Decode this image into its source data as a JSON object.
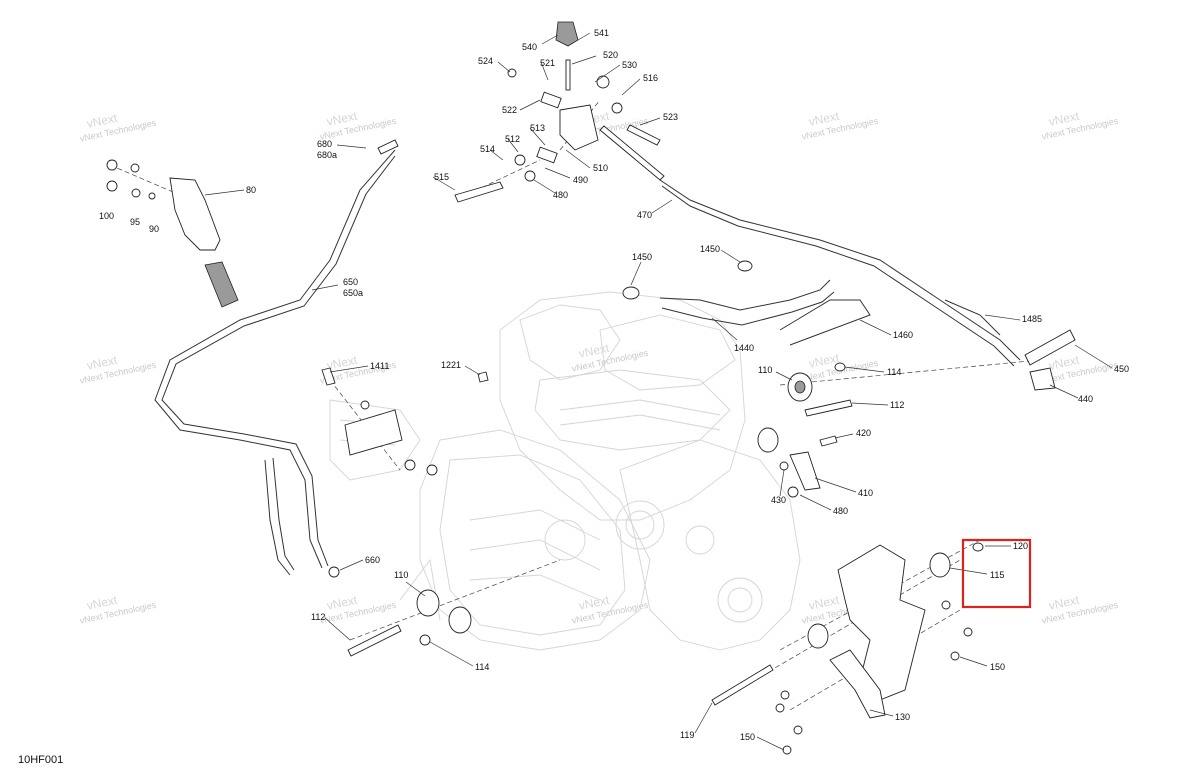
{
  "diagram_code": "10HF001",
  "highlight_color": "#e0201a",
  "watermark_line1": "vNext",
  "watermark_line2": "Technologies",
  "watermark_full": "vNext Technologies",
  "callouts": [
    {
      "id": "c540",
      "text": "540"
    },
    {
      "id": "c541",
      "text": "541"
    },
    {
      "id": "c520",
      "text": "520"
    },
    {
      "id": "c524",
      "text": "524"
    },
    {
      "id": "c521",
      "text": "521"
    },
    {
      "id": "c530",
      "text": "530"
    },
    {
      "id": "c516",
      "text": "516"
    },
    {
      "id": "c522",
      "text": "522"
    },
    {
      "id": "c523",
      "text": "523"
    },
    {
      "id": "c513",
      "text": "513"
    },
    {
      "id": "c512",
      "text": "512"
    },
    {
      "id": "c514",
      "text": "514"
    },
    {
      "id": "c515",
      "text": "515"
    },
    {
      "id": "c510",
      "text": "510"
    },
    {
      "id": "c490",
      "text": "490"
    },
    {
      "id": "c480a",
      "text": "480"
    },
    {
      "id": "c470",
      "text": "470"
    },
    {
      "id": "c680",
      "text": "680"
    },
    {
      "id": "c680a",
      "text": "680a"
    },
    {
      "id": "c80",
      "text": "80"
    },
    {
      "id": "c100",
      "text": "100"
    },
    {
      "id": "c95",
      "text": "95"
    },
    {
      "id": "c90",
      "text": "90"
    },
    {
      "id": "c650",
      "text": "650"
    },
    {
      "id": "c650a",
      "text": "650a"
    },
    {
      "id": "c1450a",
      "text": "1450"
    },
    {
      "id": "c1450b",
      "text": "1450"
    },
    {
      "id": "c1440",
      "text": "1440"
    },
    {
      "id": "c1460",
      "text": "1460"
    },
    {
      "id": "c1485",
      "text": "1485"
    },
    {
      "id": "c450",
      "text": "450"
    },
    {
      "id": "c440",
      "text": "440"
    },
    {
      "id": "c1221",
      "text": "1221"
    },
    {
      "id": "c1411",
      "text": "1411"
    },
    {
      "id": "c110a",
      "text": "110"
    },
    {
      "id": "c114a",
      "text": "114"
    },
    {
      "id": "c112a",
      "text": "112"
    },
    {
      "id": "c420",
      "text": "420"
    },
    {
      "id": "c410",
      "text": "410"
    },
    {
      "id": "c430",
      "text": "430"
    },
    {
      "id": "c480b",
      "text": "480"
    },
    {
      "id": "c660",
      "text": "660"
    },
    {
      "id": "c110b",
      "text": "110"
    },
    {
      "id": "c112b",
      "text": "112"
    },
    {
      "id": "c114b",
      "text": "114"
    },
    {
      "id": "c120",
      "text": "120"
    },
    {
      "id": "c115",
      "text": "115"
    },
    {
      "id": "c150a",
      "text": "150"
    },
    {
      "id": "c130",
      "text": "130"
    },
    {
      "id": "c119",
      "text": "119"
    },
    {
      "id": "c150b",
      "text": "150"
    }
  ]
}
